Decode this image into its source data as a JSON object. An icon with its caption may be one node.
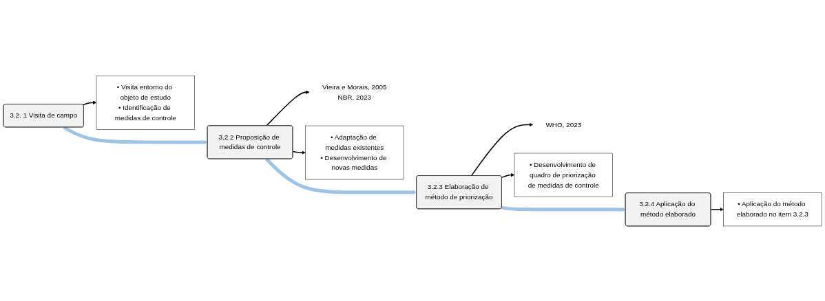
{
  "diagram": {
    "nodes": [
      {
        "text": [
          "3.2. 1 Visita de campo"
        ]
      },
      {
        "text": [
          "3.2.2 Proposição de medidas de controle"
        ]
      },
      {
        "text": [
          "3.2.3 Elaboração de método de priorização"
        ]
      },
      {
        "text": [
          "3.2.4 Aplicação do método elaborado"
        ]
      },
      {
        "text": [
          "• Visita entorno do objeto de estudo",
          "• Identificação de medidas de controle"
        ]
      },
      {
        "text": [
          "• Adaptação de medidas existentes",
          "• Desenvolvimento de novas medidas"
        ]
      },
      {
        "text": [
          "• Desenvolvimento de quadro de priorização de medidas de controle"
        ]
      },
      {
        "text": [
          "• Aplicação do método elaborado no item 3.2.3"
        ]
      },
      {
        "text": [
          "Vieira e Morais, 2005",
          "NBR, 2023"
        ]
      },
      {
        "text": [
          "WHO, 2023"
        ]
      }
    ],
    "edges": [
      {
        "from": 0,
        "to": 1,
        "arrow": "to",
        "style": "thick",
        "color": "#9dc3e6"
      },
      {
        "from": 1,
        "to": 2,
        "arrow": "to",
        "style": "thick",
        "color": "#9dc3e6"
      },
      {
        "from": 2,
        "to": 3,
        "arrow": "to",
        "style": "thick",
        "color": "#9dc3e6"
      },
      {
        "from": 0,
        "to": 4,
        "arrow": "to"
      },
      {
        "from": 1,
        "to": 5,
        "arrow": "to"
      },
      {
        "from": 2,
        "to": 6,
        "arrow": "to"
      },
      {
        "from": 3,
        "to": 7,
        "arrow": "to"
      },
      {
        "from": 1,
        "to": 8,
        "arrow": "to"
      },
      {
        "from": 2,
        "to": 9,
        "arrow": "to"
      }
    ]
  }
}
